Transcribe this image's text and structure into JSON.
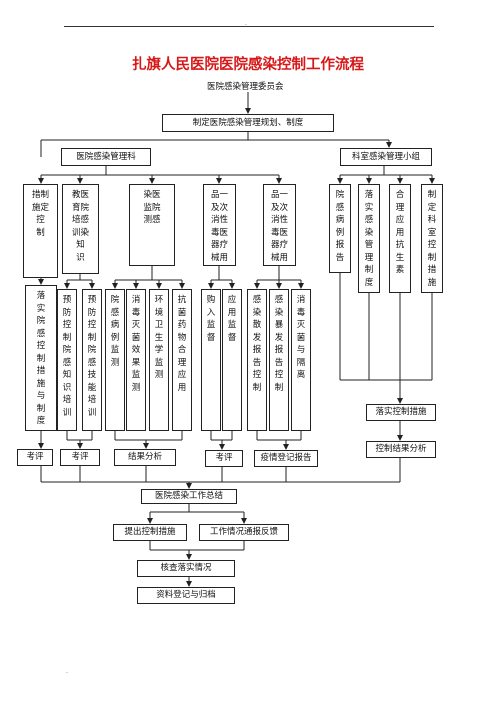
{
  "title": "扎旗人民医院医院感染控制工作流程",
  "committee": "医院感染管理委员会",
  "plan": "制定医院感染管理规划、制度",
  "infection_dept": "医院感染管理科",
  "dept_group": "科室感染管理小组",
  "level1": {
    "c1": "措制\n施定\n控\n制",
    "c2": "教医\n育院\n培感\n训染\n知\n识",
    "c3": "染医\n监院\n测感",
    "c4": "品一\n及次\n消性\n毒医\n器疗\n械用",
    "c5": "品一\n及次\n消性\n毒医\n器疗\n械用",
    "g1": "院\n感\n病\n例\n报\n告",
    "g2": "落\n实\n感\n染\n管\n理\n制\n度",
    "g3": "合\n理\n应\n用\n抗\n生\n素",
    "g4": "制\n定\n科\n室\n控\n制\n措\n施"
  },
  "level2": {
    "a1": "落\n实\n院\n感\n控\n制\n措\n施\n与\n制\n度",
    "b1": "预\n防\n控\n制\n院\n感\n知\n识\n培\n训",
    "b2": "预\n防\n控\n制\n院\n感\n技\n能\n培\n训",
    "d1": "院\n感\n病\n例\n监\n测",
    "d2": "消\n毒\n灭\n菌\n效\n果\n监\n测",
    "d3": "环\n境\n卫\n生\n学\n监\n测",
    "d4": "抗\n菌\n药\n物\n合\n理\n应\n用",
    "e1": "购\n入\n监\n督",
    "e2": "应\n用\n监\n督",
    "f1": "感\n染\n散\n发\n报\n告\n控\n制",
    "f2": "感\n染\n暴\n发\n报\n告\n控\n制",
    "f3": "消\n毒\n灭\n菌\n与\n隔\n离"
  },
  "implement": "落实控制措施",
  "analysis": "控制结果分析",
  "eval1": "考评",
  "eval2": "考评",
  "results": "结果分析",
  "eval3": "考评",
  "epidemic": "疫情登记报告",
  "summary": "医院感染工作总结",
  "propose": "提出控制措施",
  "feedback": "工作情况通报反馈",
  "check": "核查落实情况",
  "archive": "资料登记与归档",
  "footer_dot": "."
}
